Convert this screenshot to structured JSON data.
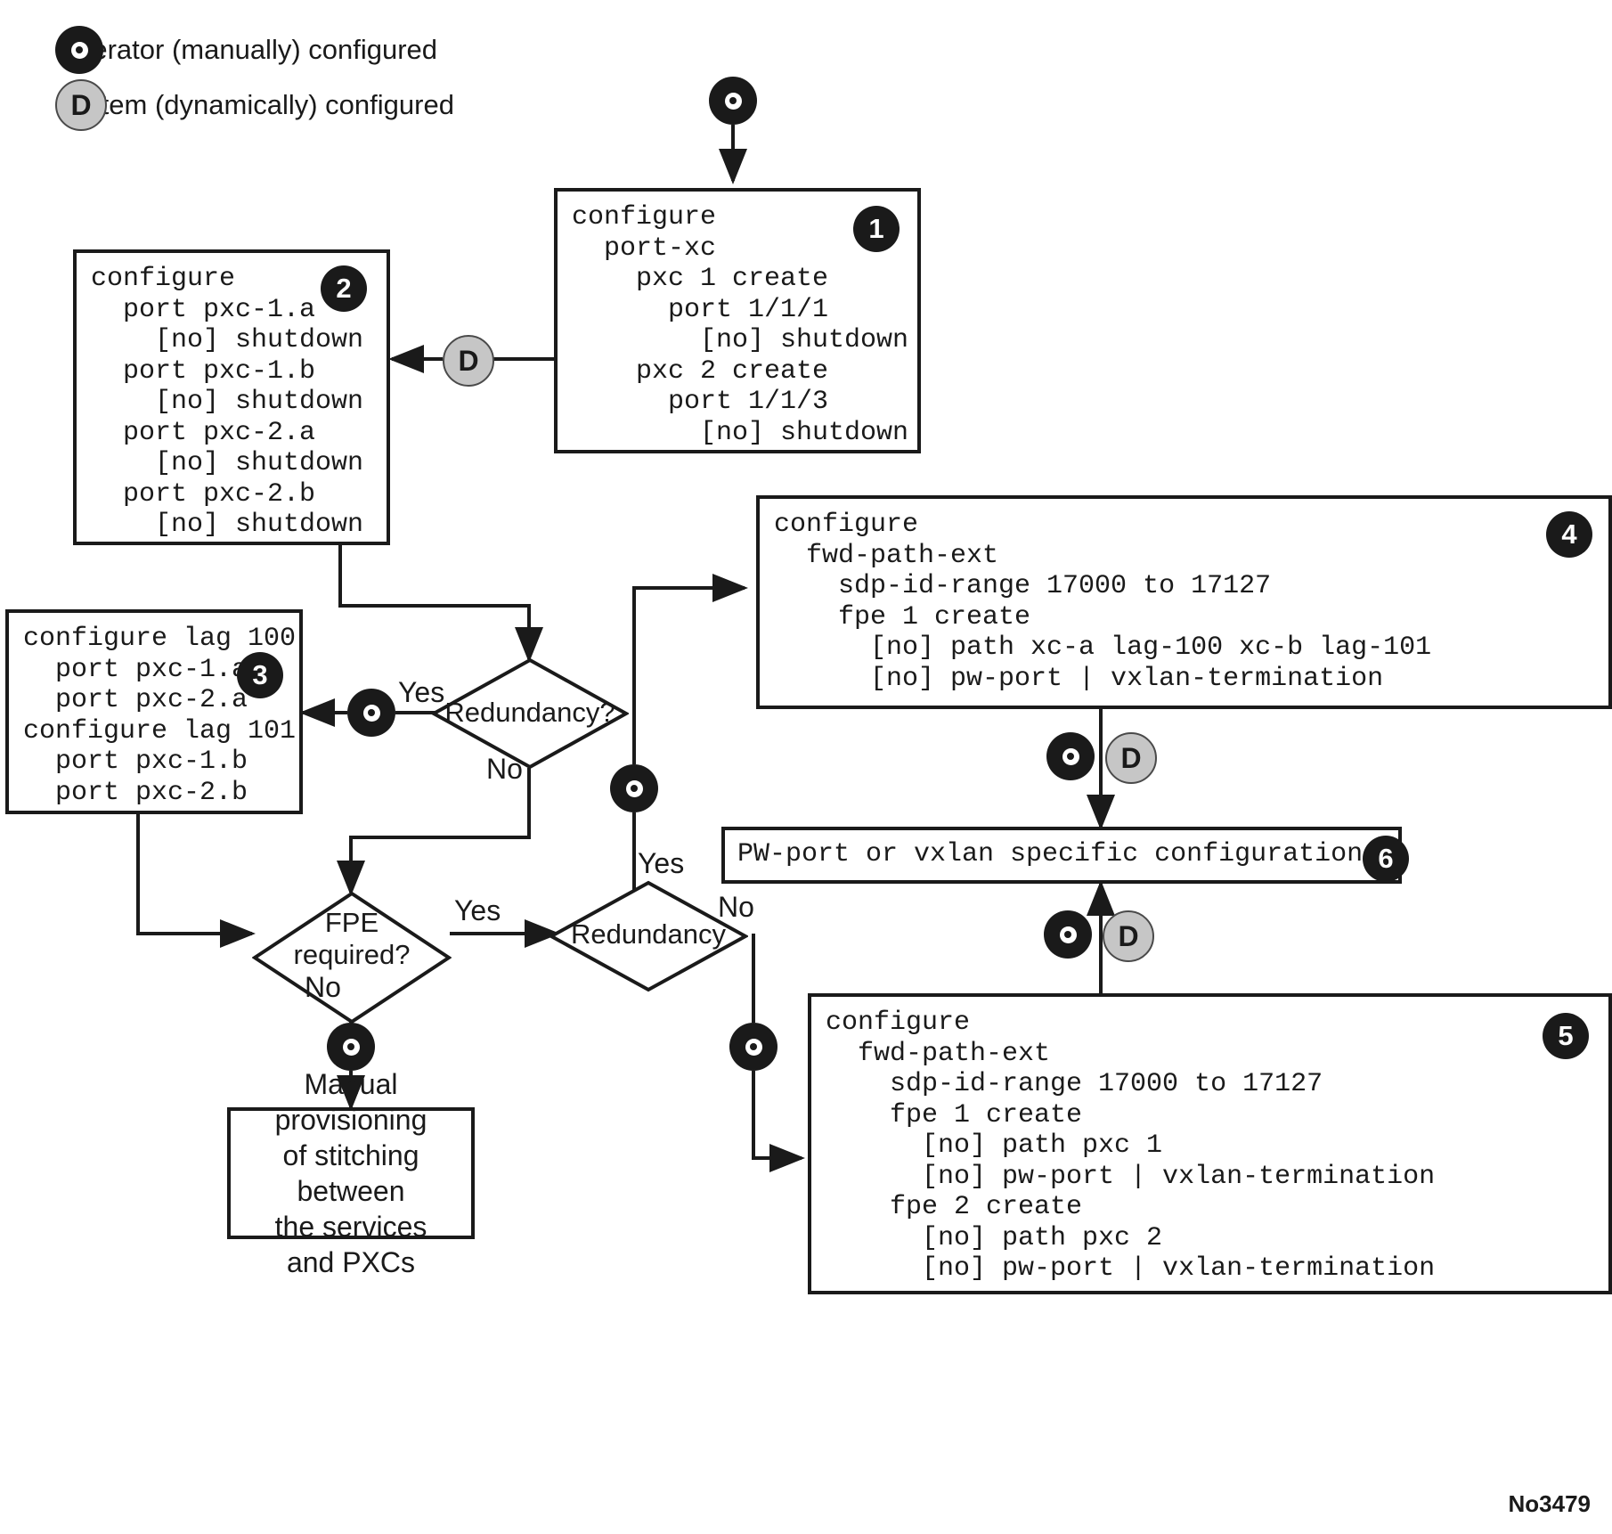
{
  "legend": {
    "items": [
      {
        "token": "O",
        "token_kind": "operator",
        "label": "Operator (manually) configured"
      },
      {
        "token": "D",
        "token_kind": "system",
        "label": "System (dynamically) configured"
      }
    ]
  },
  "boxes": {
    "box1": {
      "number": "1",
      "code": "configure\n  port-xc\n    pxc 1 create\n      port 1/1/1\n        [no] shutdown\n    pxc 2 create\n      port 1/1/3\n        [no] shutdown"
    },
    "box2": {
      "number": "2",
      "code": "configure\n  port pxc-1.a\n    [no] shutdown\n  port pxc-1.b\n    [no] shutdown\n  port pxc-2.a\n    [no] shutdown\n  port pxc-2.b\n    [no] shutdown"
    },
    "box3": {
      "number": "3",
      "code": "configure lag 100\n  port pxc-1.a\n  port pxc-2.a\nconfigure lag 101\n  port pxc-1.b\n  port pxc-2.b"
    },
    "box4": {
      "number": "4",
      "code": "configure\n  fwd-path-ext\n    sdp-id-range 17000 to 17127\n    fpe 1 create\n      [no] path xc-a lag-100 xc-b lag-101\n      [no] pw-port | vxlan-termination"
    },
    "box5": {
      "number": "5",
      "code": "configure\n  fwd-path-ext\n    sdp-id-range 17000 to 17127\n    fpe 1 create\n      [no] path pxc 1\n      [no] pw-port | vxlan-termination\n    fpe 2 create\n      [no] path pxc 2\n      [no] pw-port | vxlan-termination"
    },
    "box6": {
      "number": "6",
      "code": "PW-port or vxlan specific configuration"
    },
    "manual": {
      "text": "Manual provisioning\nof stitching between\nthe services\nand PXCs"
    }
  },
  "decisions": {
    "redundancy_top": {
      "label": "Redundancy?",
      "yes": "Yes",
      "no": "No"
    },
    "fpe_required": {
      "label": "FPE\nrequired?",
      "yes": "Yes",
      "no": "No"
    },
    "redundancy_bottom": {
      "label": "Redundancy",
      "yes": "Yes",
      "no": "No"
    }
  },
  "tokens": {
    "start": "O",
    "to_box2": "D",
    "to_box3": "O",
    "to_box4": "O",
    "to_manual": "O",
    "to_box5": "O",
    "box4_to_box6_o": "O",
    "box4_to_box6_d": "D",
    "box5_to_box6_o": "O",
    "box5_to_box6_d": "D"
  },
  "figure_id": "No3479",
  "colors": {
    "ink": "#1a1a1a",
    "operator_fill": "#1a1a1a",
    "system_fill": "#c6c6c6",
    "background": "#ffffff"
  }
}
